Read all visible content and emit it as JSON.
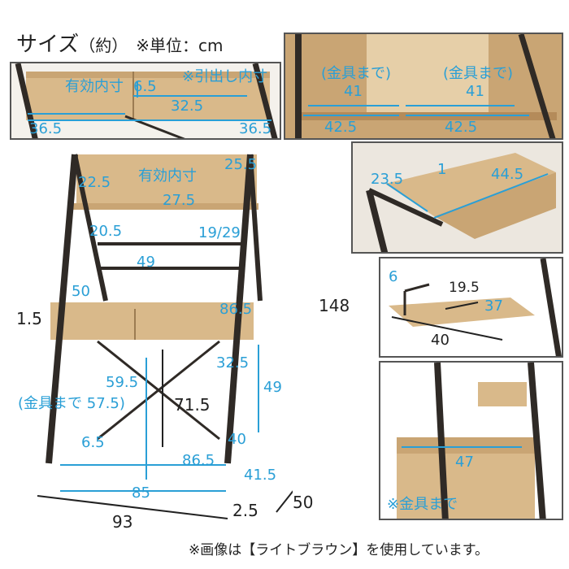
{
  "title": {
    "main": "サイズ",
    "unit": "（約）",
    "note": "※単位：cm"
  },
  "drawer_panel": {
    "label_inner": "有効内寸",
    "label_drawer_inner": "※引出し内寸",
    "v_6_5": "6.5",
    "v_32_5": "32.5",
    "v_36_5_left": "36.5",
    "v_36_5_right": "36.5"
  },
  "shelf_panel": {
    "kanagu_left": "(金具まで)",
    "kanagu_right": "(金具まで)",
    "v_41_left": "41",
    "v_41_right": "41",
    "v_42_5_left": "42.5",
    "v_42_5_right": "42.5"
  },
  "topshelf_panel": {
    "v_23_5": "23.5",
    "v_1": "1",
    "v_44_5": "44.5"
  },
  "sideshelf_panel": {
    "v_6": "6",
    "v_19_5": "19.5",
    "v_37": "37",
    "v_40": "40"
  },
  "bottom_panel": {
    "v_47": "47",
    "note": "※金具まで"
  },
  "main": {
    "v_22_5": "22.5",
    "label_inner": "有効内寸",
    "v_25_5": "25.5",
    "v_27_5": "27.5",
    "v_20_5": "20.5",
    "v_19_29": "19/29",
    "v_49_left": "49",
    "v_50": "50",
    "v_1_5": "1.5",
    "v_86_5_top": "86.5",
    "v_32_5": "32.5",
    "v_59_5": "59.5",
    "v_49_right": "49",
    "kanagu_57_5": "(金具まで 57.5)",
    "v_71_5": "71.5",
    "v_40": "40",
    "v_6_5": "6.5",
    "v_86_5_bottom": "86.5",
    "v_41_5": "41.5",
    "v_85": "85",
    "v_93": "93",
    "v_2_5": "2.5",
    "v_50_depth": "50",
    "v_148": "148"
  },
  "footer": "※画像は【ライトブラウン】を使用しています。",
  "colors": {
    "accent": "#2a9fd6",
    "wood": "#d9b98a",
    "frame": "#2f2a26"
  }
}
